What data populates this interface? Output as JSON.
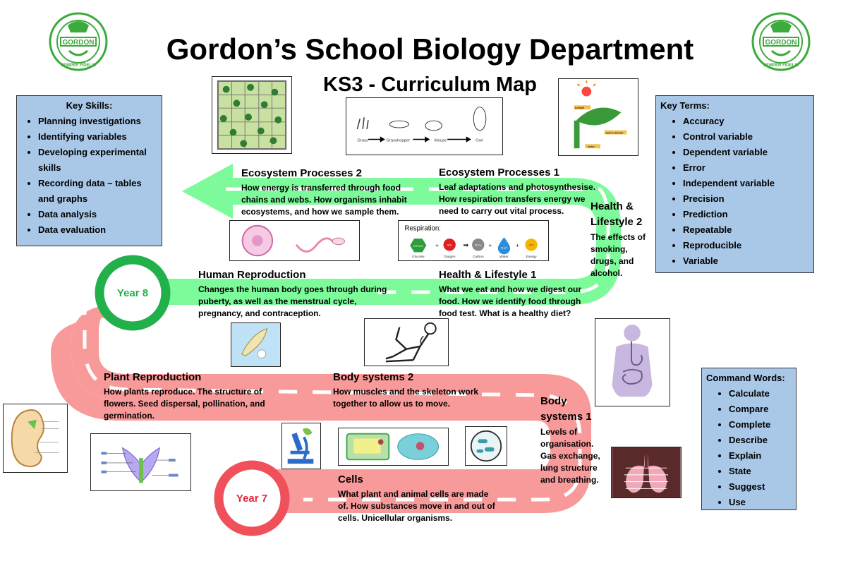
{
  "header": {
    "title": "Gordon’s School Biology Department",
    "subtitle": "KS3 - Curriculum Map",
    "crest_text": "GORDON",
    "crest_motto": "SEMPER FIDELIS"
  },
  "colors": {
    "green_road": "#7dfa9a",
    "red_road": "#f99a9a",
    "year8_ring": "#22b04b",
    "year7_ring": "#f0505a",
    "box_fill": "#a9c8e8",
    "crest_green": "#3caa3c"
  },
  "years": {
    "year8": "Year 8",
    "year7": "Year 7"
  },
  "key_skills": {
    "heading": "Key Skills:",
    "items": [
      "Planning investigations",
      "Identifying variables",
      "Developing experimental skills",
      "Recording data – tables and graphs",
      "Data analysis",
      "Data evaluation"
    ]
  },
  "key_terms": {
    "heading": "Key Terms:",
    "items": [
      "Accuracy",
      "Control variable",
      "Dependent variable",
      "Error",
      "Independent variable",
      "Precision",
      "Prediction",
      "Repeatable",
      "Reproducible",
      "Variable"
    ]
  },
  "command_words": {
    "heading": "Command Words:",
    "items": [
      "Calculate",
      "Compare",
      "Complete",
      "Describe",
      "Explain",
      "State",
      "Suggest",
      "Use"
    ]
  },
  "stages": {
    "eco2": {
      "title": "Ecosystem Processes 2",
      "text": "How energy is transferred through food chains and webs.  How organisms inhabit ecosystems, and how we sample them."
    },
    "eco1": {
      "title": "Ecosystem Processes 1",
      "text": "Leaf adaptations and photosynthesise. How respiration transfers energy we need to carry out vital process."
    },
    "hl2": {
      "title": "Health & Lifestyle 2",
      "text": "The effects of smoking, drugs, and alcohol."
    },
    "human_repro": {
      "title": "Human Reproduction",
      "text": "Changes the human body goes through during puberty, as well as the menstrual cycle, pregnancy, and contraception."
    },
    "hl1": {
      "title": "Health & Lifestyle 1",
      "text": "What we eat and how we digest our food. How we identify food through food test. What is a healthy diet?"
    },
    "plant_repro": {
      "title": "Plant Reproduction",
      "text": "How plants reproduce. The structure of flowers. Seed dispersal, pollination, and germination."
    },
    "body2": {
      "title": "Body systems 2",
      "text": "How muscles and the skeleton work together to allow us to move."
    },
    "body1": {
      "title": "Body systems 1",
      "text": "Levels of organisation. Gas exchange, lung structure and breathing."
    },
    "cells": {
      "title": "Cells",
      "text": "What plant and animal cells are made of. How substances move in and out of cells. Unicellular organisms."
    }
  },
  "images": {
    "food_chain": [
      "Grass",
      "Grasshopper",
      "Mouse",
      "Owl"
    ],
    "respiration": {
      "title": "Respiration:",
      "labels": [
        "Glucose",
        "Oxygen",
        "Carbon",
        "Water",
        "Energy"
      ],
      "symbols": [
        "C₆H₁₂O₆",
        "6O₂",
        "6CO₂",
        "6H₂O",
        "ATP"
      ]
    },
    "leaf_labels": [
      "sunlight",
      "carbon dioxide",
      "water"
    ]
  }
}
